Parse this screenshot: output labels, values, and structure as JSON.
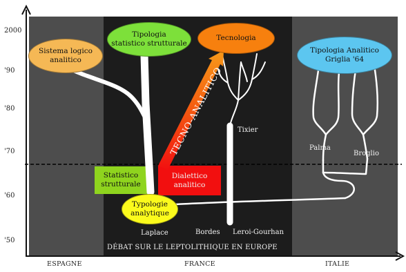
{
  "axes": {
    "y_ticks": [
      "2000",
      "'90",
      "'80",
      "'70",
      "'60",
      "'50"
    ],
    "regions": [
      "ESPAGNE",
      "FRANCE",
      "ITALIE"
    ]
  },
  "ovals": {
    "sistema": "Sistema logico\nanalitico",
    "statistico": "Tipologia\nstatistico strutturale",
    "tecnologia": "Tecnologia",
    "analitico_griglia": "Tipologia Analitico\nGriglia '64",
    "analytique": "Typologie\nanalytique"
  },
  "boxes": {
    "statistico_strutturale": "Statistico\nstrutturale",
    "dialettico": "Dialettico\nanalitico"
  },
  "arrow_label": "TECNO-ANALITICO",
  "names": {
    "tixier": "Tixier",
    "palma": "Palma",
    "broglio": "Broglio",
    "laplace": "Laplace",
    "bordes": "Bordes",
    "leroi": "Leroi-Gourhan"
  },
  "footer": "DÉBAT SUR LE LEPTOLITHIQUE EN EUROPE",
  "colors": {
    "spain_bg": "#4d4d4d",
    "france_bg": "#1c1c1c",
    "italy_bg": "#4d4d4d",
    "sistema_oval": "#f5b855",
    "statistico_oval": "#7de03a",
    "tecnologia_oval": "#f7800e",
    "griglia_oval": "#5cc6f0",
    "analytique_oval": "#fbfa1c",
    "statistico_box": "#8fd41e",
    "dialettico_box": "#f20f0f"
  }
}
